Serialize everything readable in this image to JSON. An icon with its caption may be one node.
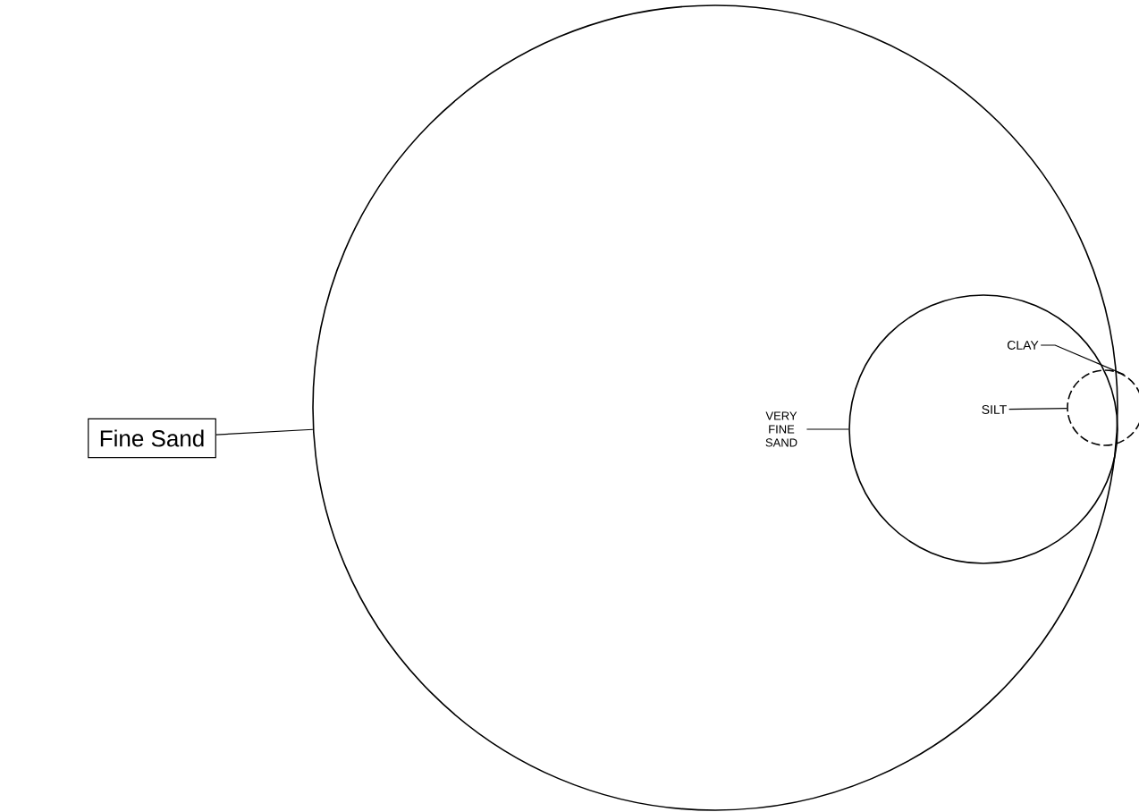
{
  "diagram": {
    "nodes": [
      {
        "text": [
          "Fine Sand"
        ]
      },
      {
        "text": [],
        "shape": "circle"
      },
      {
        "text": [
          "VERY FINE SAND"
        ],
        "in": 1
      },
      {
        "text": [],
        "shape": "circle",
        "in": 1
      },
      {
        "text": [
          "SILT"
        ],
        "in": 3
      },
      {
        "text": [],
        "shape": "circle"
      },
      {
        "text": [
          "CLAY"
        ],
        "in": 3
      }
    ],
    "edges": [
      {
        "from": 0,
        "to": 1,
        "arrow": "none"
      },
      {
        "from": 2,
        "to": 3,
        "arrow": "none"
      },
      {
        "from": 4,
        "to": 5,
        "arrow": "none"
      },
      {
        "from": 6,
        "to": 5,
        "arrow": "none"
      }
    ]
  }
}
